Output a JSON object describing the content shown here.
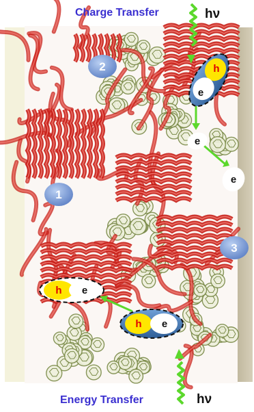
{
  "top_label": "Charge Transfer",
  "bottom_label": "Energy Transfer",
  "photon_symbol": "hν",
  "hole_symbol": "h",
  "electron_symbol": "e",
  "region_numbers": [
    "1",
    "2",
    "3"
  ],
  "colors": {
    "label_blue": "#3a2fd0",
    "polymer_red": "#c8201a",
    "fullerene_green": "#7a8a48",
    "hole_yellow": "#ffe600",
    "hole_text_red": "#e00000",
    "electron_white": "#ffffff",
    "exciton_blue": "#3f79b5",
    "arrow_green": "#5cd82c",
    "electrode_left": "#f4f2dc",
    "electrode_right": "#c9c0a8",
    "number_badge": "#7d9cd6"
  }
}
